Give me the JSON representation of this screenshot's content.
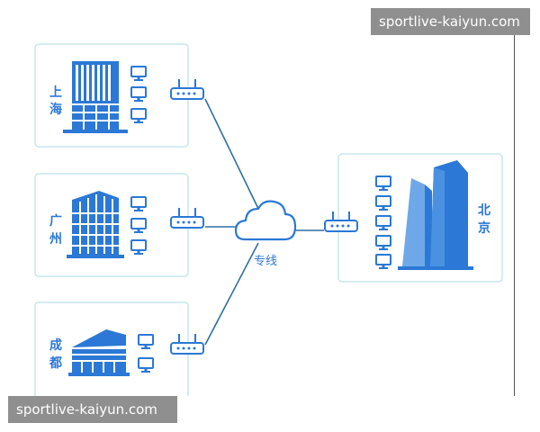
{
  "watermark": {
    "top": "sportlive-kaiyun.com",
    "bottom": "sportlive-kaiyun.com"
  },
  "sites": [
    {
      "line1": "上",
      "line2": "海"
    },
    {
      "line1": "广",
      "line2": "州"
    },
    {
      "line1": "成",
      "line2": "都"
    }
  ],
  "hub": {
    "line1": "北",
    "line2": "京"
  },
  "cloud_label": "专线",
  "colors": {
    "accent": "#2b78d6",
    "box_border": "#c8e6ef",
    "link": "#2f6f9f"
  }
}
